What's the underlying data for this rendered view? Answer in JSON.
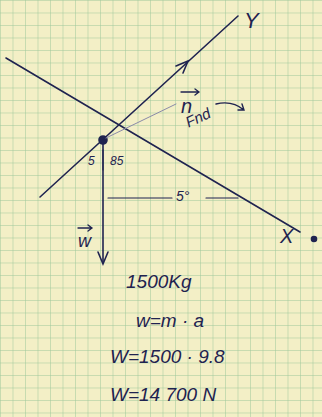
{
  "diagram": {
    "labels": [
      "Y",
      "n",
      "Fnd",
      "5",
      "85",
      "w",
      "5°",
      "X",
      "1500Kg",
      "w=m · a",
      "W=1500 · 9.8",
      "W=14 700 N"
    ]
  }
}
